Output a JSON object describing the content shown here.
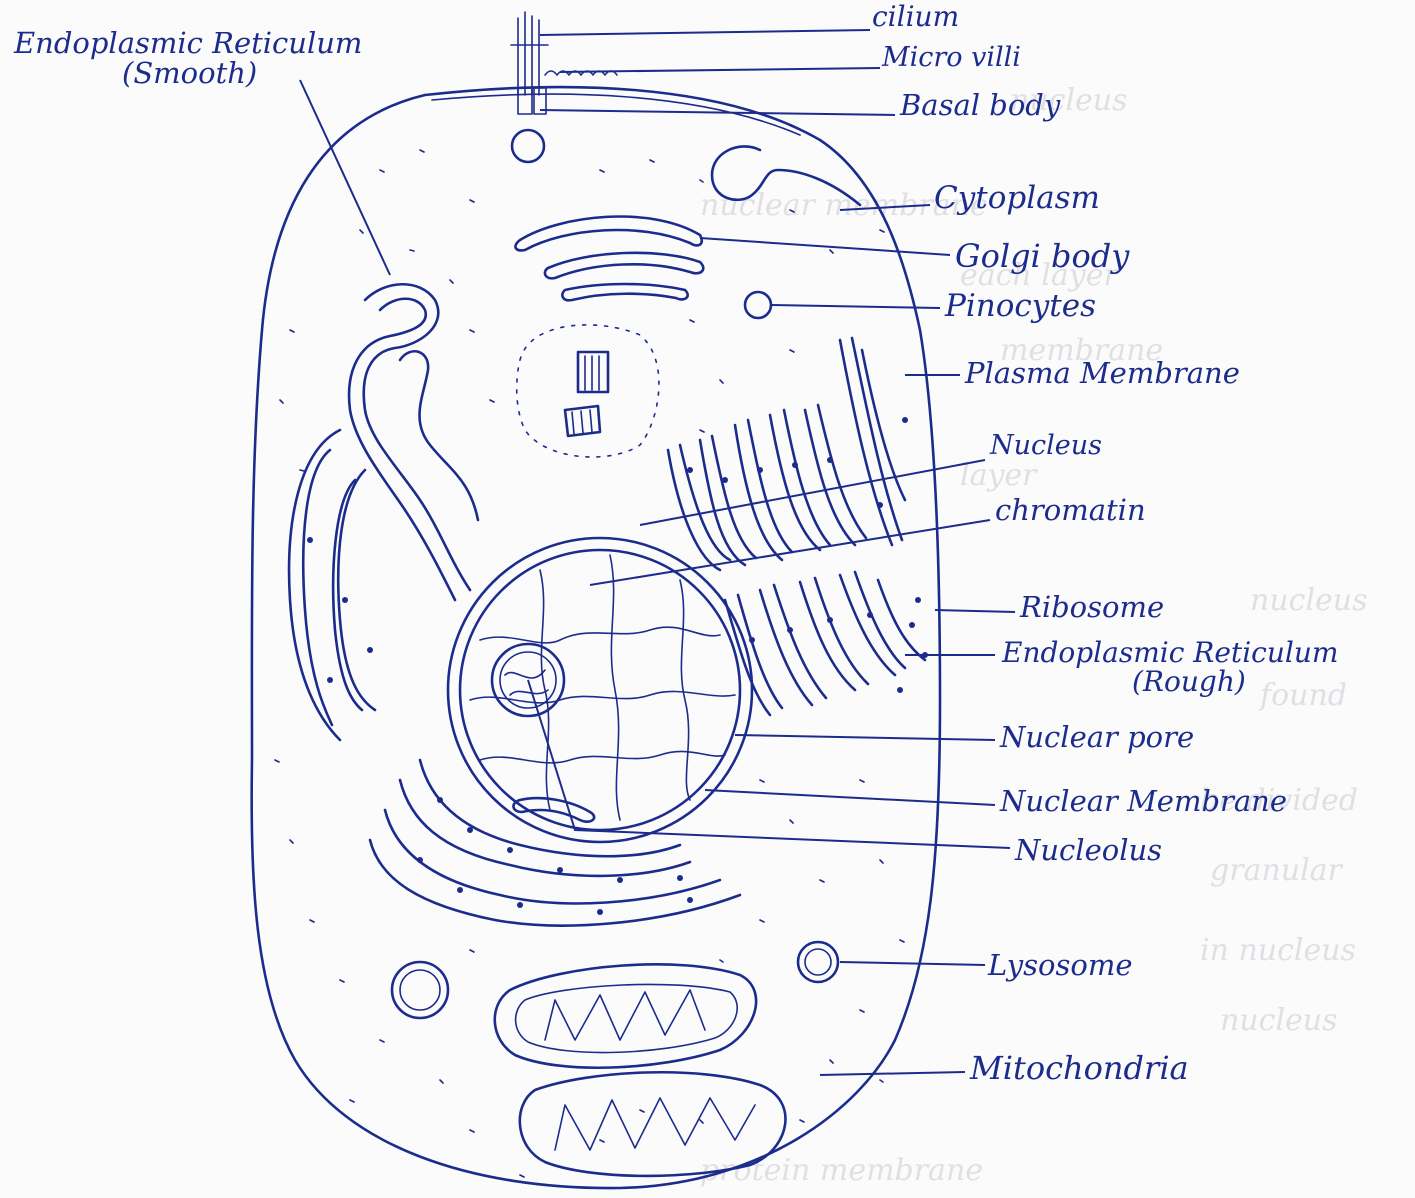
{
  "labels": {
    "er_smooth_line1": "Endoplasmic Reticulum",
    "er_smooth_line2": "(Smooth)",
    "cilium": "cilium",
    "microvilli": "Micro villi",
    "basal_body": "Basal body",
    "cytoplasm": "Cytoplasm",
    "golgi_body": "Golgi body",
    "pinocytes": "Pinocytes",
    "plasma_membrane": "Plasma Membrane",
    "nucleus": "Nucleus",
    "chromatin": "chromatin",
    "ribosome": "Ribosome",
    "er_rough_line1": "Endoplasmic Reticulum",
    "er_rough_line2": "(Rough)",
    "nuclear_pore": "Nuclear pore",
    "nuclear_membrane": "Nuclear Membrane",
    "nucleolus": "Nucleolus",
    "lysosome": "Lysosome",
    "mitochondria": "Mitochondria"
  },
  "colors": {
    "ink": "#1c2c8c",
    "paper": "#fbfbfb"
  }
}
